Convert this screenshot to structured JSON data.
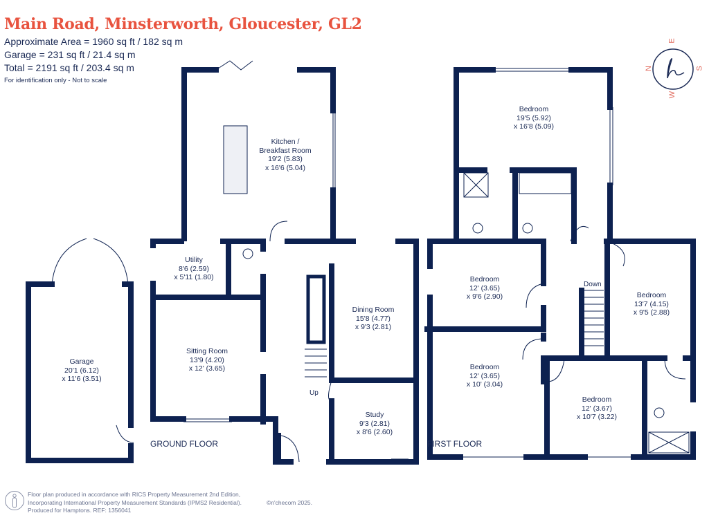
{
  "header": {
    "title": "Main Road, Minsterworth, Gloucester, GL2",
    "approx_area": "Approximate Area = 1960 sq ft / 182 sq m",
    "garage_area": "Garage = 231 sq ft / 21.4 sq m",
    "total_area": "Total = 2191 sq ft / 203.4 sq m",
    "note": "For identification only - Not to scale"
  },
  "compass": {
    "n": "N",
    "e": "E",
    "s": "S",
    "w": "W",
    "logo": "h"
  },
  "ground_floor": {
    "label": "GROUND FLOOR",
    "up": "Up",
    "rooms": [
      {
        "name": "Garage",
        "dim1": "20'1 (6.12)",
        "dim2": "x 11'6 (3.51)"
      },
      {
        "name": "Kitchen /",
        "name2": "Breakfast Room",
        "dim1": "19'2 (5.83)",
        "dim2": "x 16'6 (5.04)"
      },
      {
        "name": "Utility",
        "dim1": "8'6 (2.59)",
        "dim2": "x 5'11 (1.80)"
      },
      {
        "name": "Sitting Room",
        "dim1": "13'9 (4.20)",
        "dim2": "x 12' (3.65)"
      },
      {
        "name": "Dining Room",
        "dim1": "15'8 (4.77)",
        "dim2": "x 9'3 (2.81)"
      },
      {
        "name": "Study",
        "dim1": "9'3 (2.81)",
        "dim2": "x 8'6 (2.60)"
      }
    ]
  },
  "first_floor": {
    "label": "FIRST FLOOR",
    "down": "Down",
    "rooms": [
      {
        "name": "Bedroom",
        "dim1": "19'5 (5.92)",
        "dim2": "x 16'8 (5.09)"
      },
      {
        "name": "Bedroom",
        "dim1": "12' (3.65)",
        "dim2": "x 9'6 (2.90)"
      },
      {
        "name": "Bedroom",
        "dim1": "13'7 (4.15)",
        "dim2": "x 9'5 (2.88)"
      },
      {
        "name": "Bedroom",
        "dim1": "12' (3.65)",
        "dim2": "x 10' (3.04)"
      },
      {
        "name": "Bedroom",
        "dim1": "12' (3.67)",
        "dim2": "x 10'7 (3.22)"
      }
    ]
  },
  "footer": {
    "line1": "Floor plan produced in accordance with RICS Property Measurement 2nd Edition,",
    "line2": "Incorporating International Property Measurement Standards (IPMS2 Residential).",
    "line3": "Produced for Hamptons.   REF:  1356041",
    "copyright": "©n'checom 2025."
  },
  "colors": {
    "title": "#e8533f",
    "walls": "#0d2150",
    "compass_letters": "#e06a5c"
  }
}
